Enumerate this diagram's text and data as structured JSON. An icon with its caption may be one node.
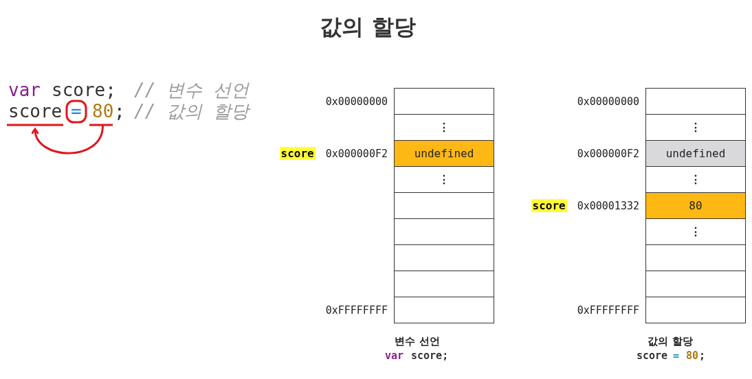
{
  "diagram": {
    "title": "값의 할당",
    "nodes": [
      {
        "text": [
          "score"
        ]
      },
      {
        "text": [
          "80"
        ]
      },
      {
        "text": [],
        "shape": "box",
        "beside": [
          "0x00000000"
        ]
      },
      {
        "text": [
          "⋮"
        ]
      },
      {
        "text": [
          "undefined"
        ],
        "beside": [
          "score",
          "0x000000F2"
        ]
      },
      {
        "text": [
          "⋮"
        ]
      },
      {
        "text": [],
        "shape": "box"
      },
      {
        "text": [],
        "shape": "box"
      },
      {
        "text": [],
        "shape": "box"
      },
      {
        "text": [],
        "shape": "box"
      },
      {
        "text": [],
        "shape": "box",
        "beside": [
          "0xFFFFFFFF"
        ]
      },
      {
        "text": [],
        "shape": "box",
        "beside": [
          "0x00000000"
        ]
      },
      {
        "text": [
          "⋮"
        ]
      },
      {
        "text": [
          "undefined"
        ],
        "beside": [
          "0x000000F2"
        ]
      },
      {
        "text": [
          "⋮"
        ]
      },
      {
        "text": [
          "80"
        ],
        "beside": [
          "score",
          "0x00001332"
        ]
      },
      {
        "text": [
          "⋮"
        ]
      },
      {
        "text": [],
        "shape": "box"
      },
      {
        "text": [],
        "shape": "box"
      },
      {
        "text": [],
        "shape": "box",
        "beside": [
          "0xFFFFFFFF"
        ]
      }
    ],
    "edges": [
      {
        "from": 1,
        "to": 0,
        "arrow": "to",
        "color": "#e0161b"
      }
    ],
    "labels": [
      "var",
      "score;",
      "// 변수 선언",
      "=",
      ";",
      "// 값의 할당",
      "변수 선언",
      "var",
      "score;",
      "값의 할당",
      "score",
      "=",
      "80",
      ";"
    ]
  }
}
